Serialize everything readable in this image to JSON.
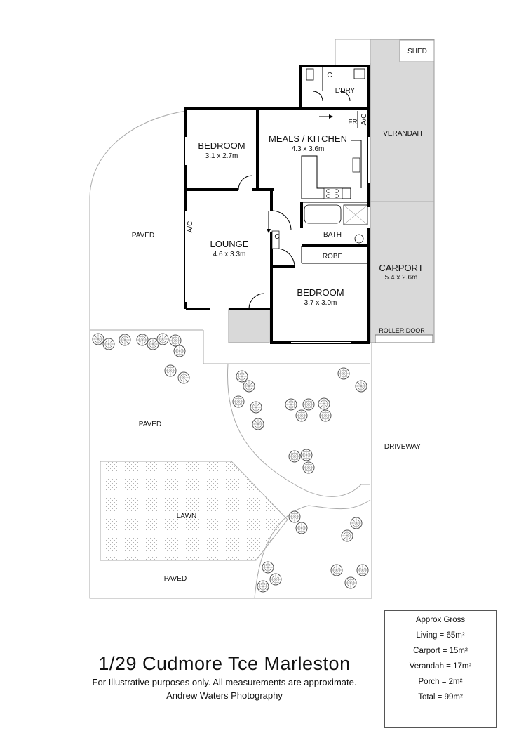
{
  "plan": {
    "shed": "SHED",
    "laundry": "L'DRY",
    "cupboard_laundry": "C",
    "fridge": "FR",
    "ac_kitchen": "A/C",
    "verandah": "VERANDAH",
    "bedroom1": {
      "name": "BEDROOM",
      "dims": "3.1 x 2.7m"
    },
    "kitchen": {
      "name": "MEALS / KITCHEN",
      "dims": "4.3 x 3.6m"
    },
    "lounge": {
      "name": "LOUNGE",
      "dims": "4.6 x 3.3m"
    },
    "ac_lounge": "A/C",
    "cupboard_hall": "C",
    "bath": "BATH",
    "robe": "ROBE",
    "bedroom2": {
      "name": "BEDROOM",
      "dims": "3.7 x 3.0m"
    },
    "carport": {
      "name": "CARPORT",
      "dims": "5.4 x 2.6m"
    },
    "roller_door": "ROLLER DOOR",
    "paved_west": "PAVED",
    "paved_mid": "PAVED",
    "paved_south": "PAVED",
    "lawn": "LAWN",
    "driveway": "DRIVEWAY"
  },
  "footer": {
    "title": "1/29 Cudmore Tce Marleston",
    "disclaimer": "For Illustrative purposes only.  All measurements are approximate.",
    "credit": "Andrew Waters Photography"
  },
  "areas": {
    "heading": "Approx Gross",
    "living": "Living = 65m²",
    "carport": "Carport = 15m²",
    "verandah": "Verandah = 17m²",
    "porch": "Porch = 2m²",
    "total": "Total = 99m²"
  }
}
